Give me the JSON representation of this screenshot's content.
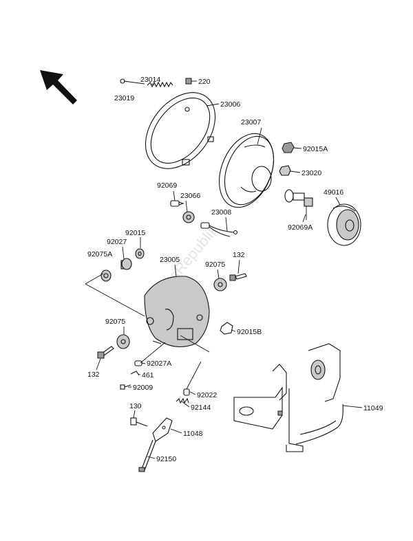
{
  "watermark": "PartsRepublik",
  "parts": [
    {
      "id": "p23014",
      "label": "23014"
    },
    {
      "id": "p220",
      "label": "220"
    },
    {
      "id": "p23019",
      "label": "23019"
    },
    {
      "id": "p23006",
      "label": "23006"
    },
    {
      "id": "p23007",
      "label": "23007"
    },
    {
      "id": "p92015A",
      "label": "92015A"
    },
    {
      "id": "p23020",
      "label": "23020"
    },
    {
      "id": "p92069",
      "label": "92069"
    },
    {
      "id": "p23066",
      "label": "23066"
    },
    {
      "id": "p49016",
      "label": "49016"
    },
    {
      "id": "p23008",
      "label": "23008"
    },
    {
      "id": "p92069A",
      "label": "92069A"
    },
    {
      "id": "p92015",
      "label": "92015"
    },
    {
      "id": "p92027",
      "label": "92027"
    },
    {
      "id": "p92075A",
      "label": "92075A"
    },
    {
      "id": "p23005",
      "label": "23005"
    },
    {
      "id": "p92075a",
      "label": "92075"
    },
    {
      "id": "p132a",
      "label": "132"
    },
    {
      "id": "p92075b",
      "label": "92075"
    },
    {
      "id": "p92015B",
      "label": "92015B"
    },
    {
      "id": "p132b",
      "label": "132"
    },
    {
      "id": "p92027A",
      "label": "92027A"
    },
    {
      "id": "p461",
      "label": "461"
    },
    {
      "id": "p92009",
      "label": "92009"
    },
    {
      "id": "p92022",
      "label": "92022"
    },
    {
      "id": "p130",
      "label": "130"
    },
    {
      "id": "p92144",
      "label": "92144"
    },
    {
      "id": "p11048",
      "label": "11048"
    },
    {
      "id": "p11049",
      "label": "11049"
    },
    {
      "id": "p92150",
      "label": "92150"
    }
  ]
}
